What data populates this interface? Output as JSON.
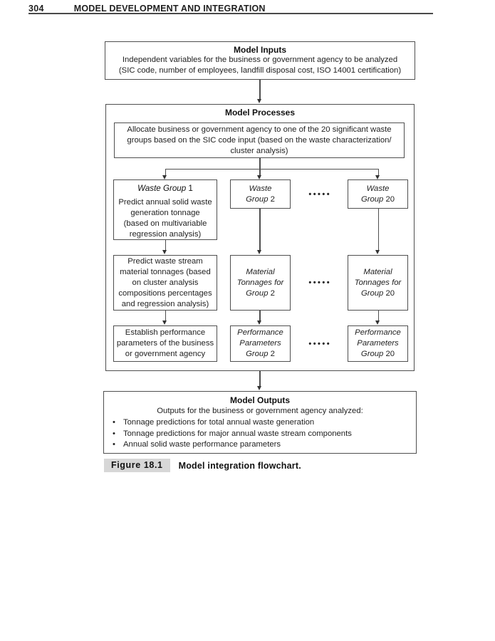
{
  "page": {
    "number": "304",
    "running_head": "MODEL DEVELOPMENT AND INTEGRATION"
  },
  "flowchart": {
    "inputs": {
      "title": "Model Inputs",
      "body": "Independent variables for the business or government agency to be analyzed\n(SIC code, number of employees, landfill disposal cost, ISO 14001 certification)"
    },
    "processes": {
      "title": "Model Processes",
      "allocate": "Allocate business or government agency to one of the 20 significant waste\ngroups based on the SIC code input (based on the waste characterization/\ncluster analysis)",
      "dots": "•••••",
      "col1": {
        "row1_title_em": "Waste Group",
        "row1_title_num": " 1",
        "row1_body": "Predict annual solid waste\ngeneration tonnage\n(based on multivariable\nregression analysis)",
        "row2_body": "Predict waste stream\nmaterial tonnages (based\non cluster analysis\ncompositions percentages\nand regression analysis)",
        "row3_body": "Establish performance\nparameters of the business\nor government agency"
      },
      "col2": {
        "row1_em": "Waste\nGroup",
        "row1_num": " 2",
        "row2_em": "Material\nTonnages for\nGroup",
        "row2_num": " 2",
        "row3_em": "Performance\nParameters\nGroup",
        "row3_num": " 2"
      },
      "col20": {
        "row1_em": "Waste\nGroup",
        "row1_num": " 20",
        "row2_em": "Material\nTonnages for\nGroup",
        "row2_num": " 20",
        "row3_em": "Performance\nParameters\nGroup",
        "row3_num": " 20"
      }
    },
    "outputs": {
      "title": "Model Outputs",
      "intro": "Outputs for the business or government agency analyzed:",
      "bullet_glyph": "•",
      "bullets": [
        "Tonnage predictions for total annual waste generation",
        "Tonnage predictions for major annual waste stream components",
        "Annual solid waste performance parameters"
      ]
    }
  },
  "caption": {
    "label": "Figure 18.1",
    "text": "Model integration flowchart."
  },
  "colors": {
    "border": "#4f4f4f",
    "text": "#1f1f1f",
    "badge_bg": "#d7d7d7"
  }
}
